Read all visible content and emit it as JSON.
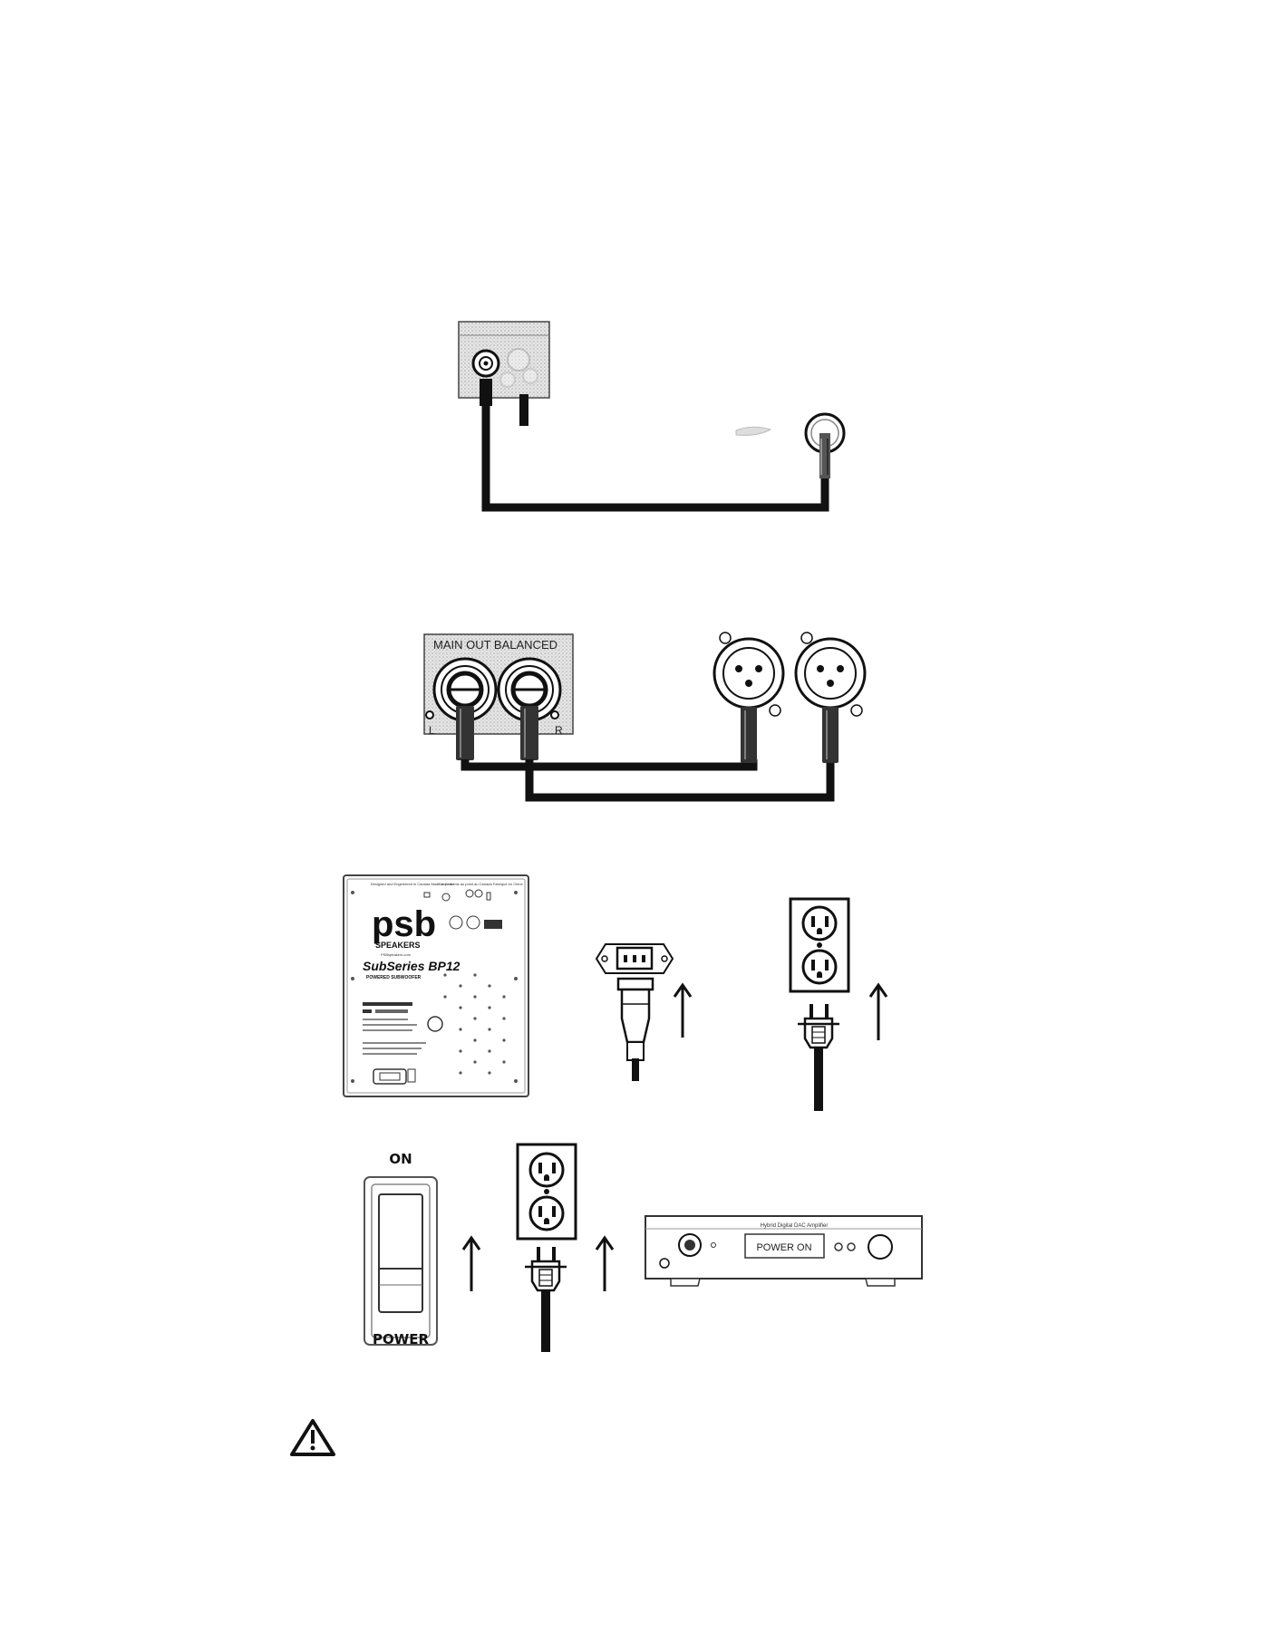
{
  "balanced_panel": {
    "title": "MAIN OUT BALANCED",
    "left_label": "L",
    "right_label": "R"
  },
  "sub_panel": {
    "header_left": "Designed and Engineered in Canada\nMade in China",
    "header_right": "Conçu et mis au point au Canada\nFabriqué en Chine",
    "logo_text": "psb",
    "logo_sub": "SPEAKERS",
    "website": "PSBspeakers.com",
    "model": "SubSeries BP12",
    "model_sub": "POWERED SUBWOOFER"
  },
  "switch": {
    "top_label": "ON",
    "bottom_label": "POWER"
  },
  "amplifier": {
    "title": "Hybrid Digital DAC Amplifier",
    "display_text": "POWER ON"
  },
  "icons": [
    "arrow-up-icon",
    "warning-icon",
    "power-outlet-icon",
    "iec-socket-icon",
    "xlr-connector-icon",
    "rca-connector-icon"
  ],
  "colors": {
    "ink": "#111111",
    "panel_gray": "#d9d9d9",
    "panel_dot": "#bdbdbd",
    "background": "#ffffff"
  }
}
